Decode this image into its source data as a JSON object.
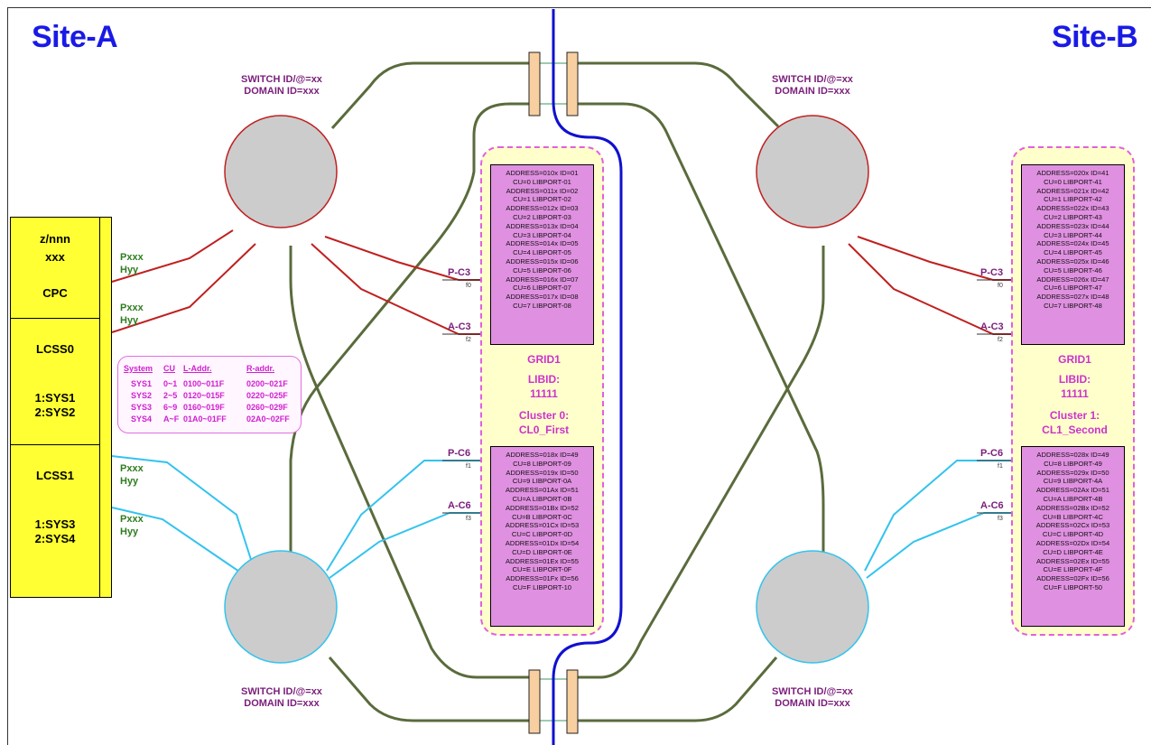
{
  "sites": {
    "left": "Site-A",
    "right": "Site-B"
  },
  "switches": [
    {
      "line1": "SWITCH ID/@=xx",
      "line2": "DOMAIN ID=xxx"
    },
    {
      "line1": "SWITCH ID/@=xx",
      "line2": "DOMAIN ID=xxx"
    },
    {
      "line1": "SWITCH ID/@=xx",
      "line2": "DOMAIN ID=xxx"
    },
    {
      "line1": "SWITCH ID/@=xx",
      "line2": "DOMAIN ID=xxx"
    }
  ],
  "cpc": {
    "model": "z/nnn",
    "serial": "xxx",
    "name": "CPC",
    "lcss0": "LCSS0",
    "lcss0_sys1": "1:SYS1",
    "lcss0_sys2": "2:SYS2",
    "lcss1": "LCSS1",
    "lcss1_sys1": "1:SYS3",
    "lcss1_sys2": "2:SYS4"
  },
  "chpids": [
    {
      "p": "Pxxx",
      "h": "Hyy"
    },
    {
      "p": "Pxxx",
      "h": "Hyy"
    },
    {
      "p": "Pxxx",
      "h": "Hyy"
    },
    {
      "p": "Pxxx",
      "h": "Hyy"
    }
  ],
  "system_table": {
    "headers": [
      "System",
      "CU",
      "L-Addr.",
      "R-addr."
    ],
    "rows": [
      [
        "SYS1",
        "0~1",
        "0100~011F",
        "0200~021F"
      ],
      [
        "SYS2",
        "2~5",
        "0120~015F",
        "0220~025F"
      ],
      [
        "SYS3",
        "6~9",
        "0160~019F",
        "0260~029F"
      ],
      [
        "SYS4",
        "A~F",
        "01A0~01FF",
        "02A0~02FF"
      ]
    ]
  },
  "ports": {
    "left": [
      {
        "name": "P-C3",
        "sub": "f0"
      },
      {
        "name": "A-C3",
        "sub": "f2"
      },
      {
        "name": "P-C6",
        "sub": "f1"
      },
      {
        "name": "A-C6",
        "sub": "f3"
      }
    ],
    "right": [
      {
        "name": "P-C3",
        "sub": "f0"
      },
      {
        "name": "A-C3",
        "sub": "f2"
      },
      {
        "name": "P-C6",
        "sub": "f1"
      },
      {
        "name": "A-C6",
        "sub": "f3"
      }
    ]
  },
  "clusters": [
    {
      "grid": "GRID1",
      "libid_label": "LIBID:",
      "libid": "11111",
      "cluster_label": "Cluster 0:",
      "cluster_name": "CL0_First",
      "top": [
        "ADDRESS=010x ID=01",
        "CU=0 LIBPORT-01",
        "ADDRESS=011x ID=02",
        "CU=1 LIBPORT-02",
        "ADDRESS=012x ID=03",
        "CU=2 LIBPORT-03",
        "ADDRESS=013x ID=04",
        "CU=3 LIBPORT-04",
        "ADDRESS=014x ID=05",
        "CU=4 LIBPORT-05",
        "ADDRESS=015x ID=06",
        "CU=5 LIBPORT-06",
        "ADDRESS=016x ID=07",
        "CU=6 LIBPORT-07",
        "ADDRESS=017x ID=08",
        "CU=7 LIBPORT-08"
      ],
      "bottom": [
        "ADDRESS=018x ID=49",
        "CU=8 LIBPORT-09",
        "ADDRESS=019x ID=50",
        "CU=9 LIBPORT-0A",
        "ADDRESS=01Ax ID=51",
        "CU=A LIBPORT-0B",
        "ADDRESS=01Bx ID=52",
        "CU=B LIBPORT-0C",
        "ADDRESS=01Cx ID=53",
        "CU=C LIBPORT-0D",
        "ADDRESS=01Dx ID=54",
        "CU=D LIBPORT-0E",
        "ADDRESS=01Ex ID=55",
        "CU=E LIBPORT-0F",
        "ADDRESS=01Fx ID=56",
        "CU=F LIBPORT-10"
      ]
    },
    {
      "grid": "GRID1",
      "libid_label": "LIBID:",
      "libid": "11111",
      "cluster_label": "Cluster 1:",
      "cluster_name": "CL1_Second",
      "top": [
        "ADDRESS=020x ID=41",
        "CU=0 LIBPORT-41",
        "ADDRESS=021x ID=42",
        "CU=1 LIBPORT-42",
        "ADDRESS=022x ID=43",
        "CU=2 LIBPORT-43",
        "ADDRESS=023x ID=44",
        "CU=3 LIBPORT-44",
        "ADDRESS=024x ID=45",
        "CU=4 LIBPORT-45",
        "ADDRESS=025x ID=46",
        "CU=5 LIBPORT-46",
        "ADDRESS=026x ID=47",
        "CU=6 LIBPORT-47",
        "ADDRESS=027x ID=48",
        "CU=7 LIBPORT-48"
      ],
      "bottom": [
        "ADDRESS=028x ID=49",
        "CU=8 LIBPORT-49",
        "ADDRESS=029x ID=50",
        "CU=9 LIBPORT-4A",
        "ADDRESS=02Ax ID=51",
        "CU=A LIBPORT-4B",
        "ADDRESS=02Bx ID=52",
        "CU=B LIBPORT-4C",
        "ADDRESS=02Cx ID=53",
        "CU=C LIBPORT-4D",
        "ADDRESS=02Dx ID=54",
        "CU=D LIBPORT-4E",
        "ADDRESS=02Ex ID=55",
        "CU=E LIBPORT-4F",
        "ADDRESS=02Fx ID=56",
        "CU=F LIBPORT-50"
      ]
    }
  ],
  "colors": {
    "isl": "#5a6b3c",
    "red_link": "#c02020",
    "cyan_link": "#33c3ee",
    "boundary": "#1010d0",
    "switch_fill": "#cccccc",
    "connector": "#f8cfa0"
  }
}
